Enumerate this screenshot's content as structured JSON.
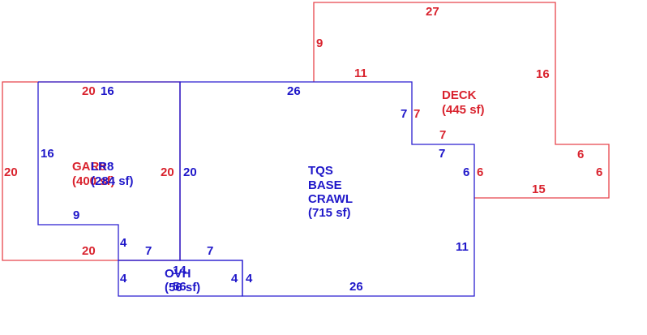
{
  "areas": {
    "deck": {
      "name": "DECK",
      "area": "(445 sf)"
    },
    "garage": {
      "name": "GAR8",
      "area": "(400 sf)"
    },
    "lr": {
      "name": "LR8",
      "area": "(284 sf)"
    },
    "base": {
      "line1": "TQS",
      "line2": "BASE",
      "line3": "CRAWL",
      "area": "(715 sf)"
    },
    "ovh": {
      "name": "OVH",
      "area": "(56 sf)",
      "name_overlap": "14",
      "area_overlap": "56"
    }
  },
  "dims": {
    "deck_top": "27",
    "deck_left": "9",
    "deck_notch_top": "11",
    "deck_right_upper": "16",
    "deck_step_v": "7",
    "deck_step_h": "7",
    "deck_right_h": "6",
    "deck_right_v": "6",
    "deck_bottom": "15",
    "deck_inner": "6",
    "gar_top": "20",
    "gar_left": "20",
    "gar_right": "20",
    "gar_bottom": "20",
    "lr_top": "16",
    "lr_left": "16",
    "lr_step_h": "9",
    "lr_step_v": "4",
    "lr_bottom": "7",
    "base_top": "26",
    "base_left": "20",
    "base_notch_v": "7",
    "base_notch_h": "7",
    "base_right_upper": "6",
    "base_right_lower": "11",
    "base_bottom": "26",
    "base_bottom_left": "7",
    "ovh_left": "4",
    "ovh_right_a": "4",
    "ovh_right_b": "4"
  }
}
